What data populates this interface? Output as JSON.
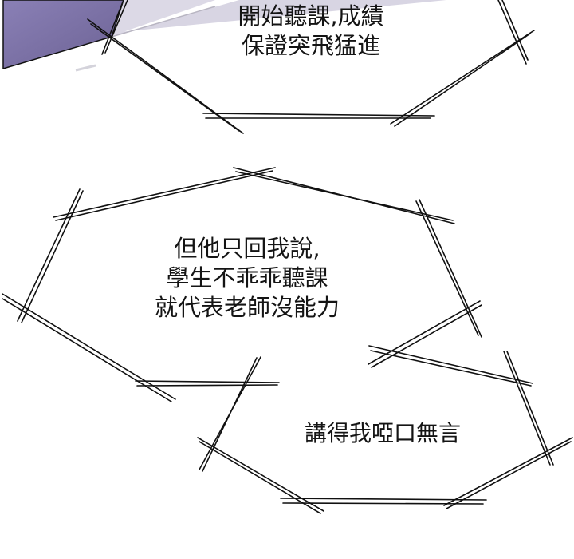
{
  "panel": {
    "background_color": "#ffffff",
    "accent_shape_color": "#7a6fa3",
    "accent_light_color": "#d9d6e4"
  },
  "bubbles": [
    {
      "id": "bubble-top",
      "lines": [
        "開始聽課,成績",
        "保證突飛猛進"
      ],
      "text": "開始聽課,成績\n保證突飛猛進"
    },
    {
      "id": "bubble-middle",
      "lines": [
        "但他只回我說,",
        "學生不乖乖聽課",
        "就代表老師沒能力"
      ],
      "text": "但他只回我說,\n學生不乖乖聽課\n就代表老師沒能力"
    },
    {
      "id": "bubble-bottom",
      "lines": [
        "講得我啞口無言"
      ],
      "text": "講得我啞口無言"
    }
  ]
}
